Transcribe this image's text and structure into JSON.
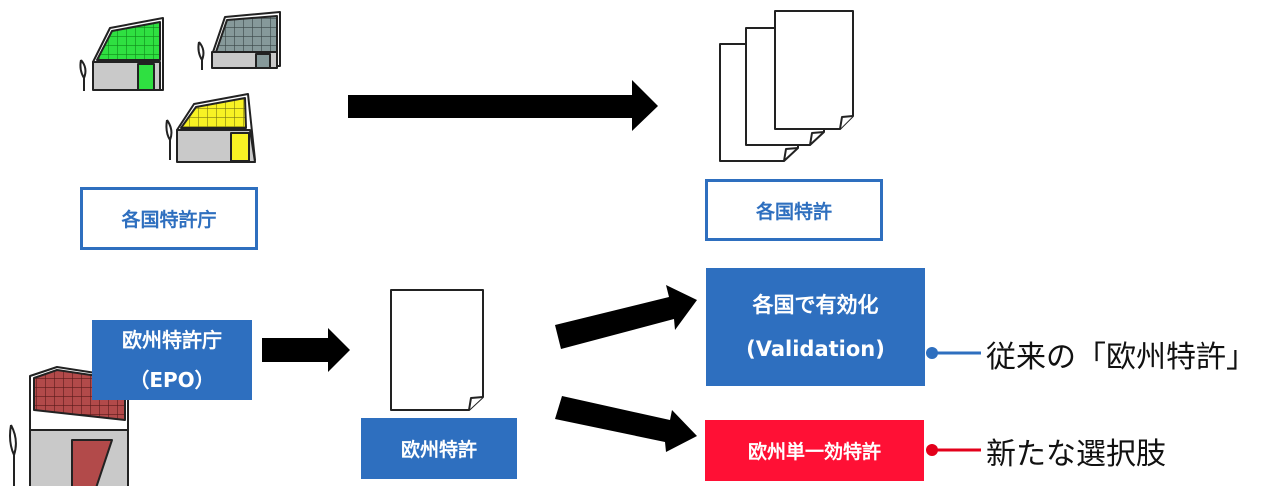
{
  "labels": {
    "national_offices": "各国特許庁",
    "national_patents": "各国特許",
    "epo_line1": "欧州特許庁",
    "epo_line2": "（EPO）",
    "european_patent": "欧州特許",
    "validation_line1": "各国で有効化",
    "validation_line2": "(Validation)",
    "unitary_patent": "欧州単一効特許"
  },
  "captions": {
    "traditional": "従来の「欧州特許」",
    "new_option": "新たな選択肢"
  },
  "colors": {
    "primary_blue": "#2e6fbf",
    "accent_red": "#ff1035",
    "building_green": "#27d53a",
    "building_gray": "#6f7f80",
    "building_yellow": "#f6ef1a",
    "building_brown": "#a43c3c",
    "arrow": "#000000"
  },
  "icons": {
    "buildings": [
      "green-office-building-icon",
      "gray-office-building-icon",
      "yellow-office-building-icon",
      "brown-office-building-icon"
    ],
    "documents": [
      "document-stack-icon",
      "single-document-icon"
    ]
  }
}
